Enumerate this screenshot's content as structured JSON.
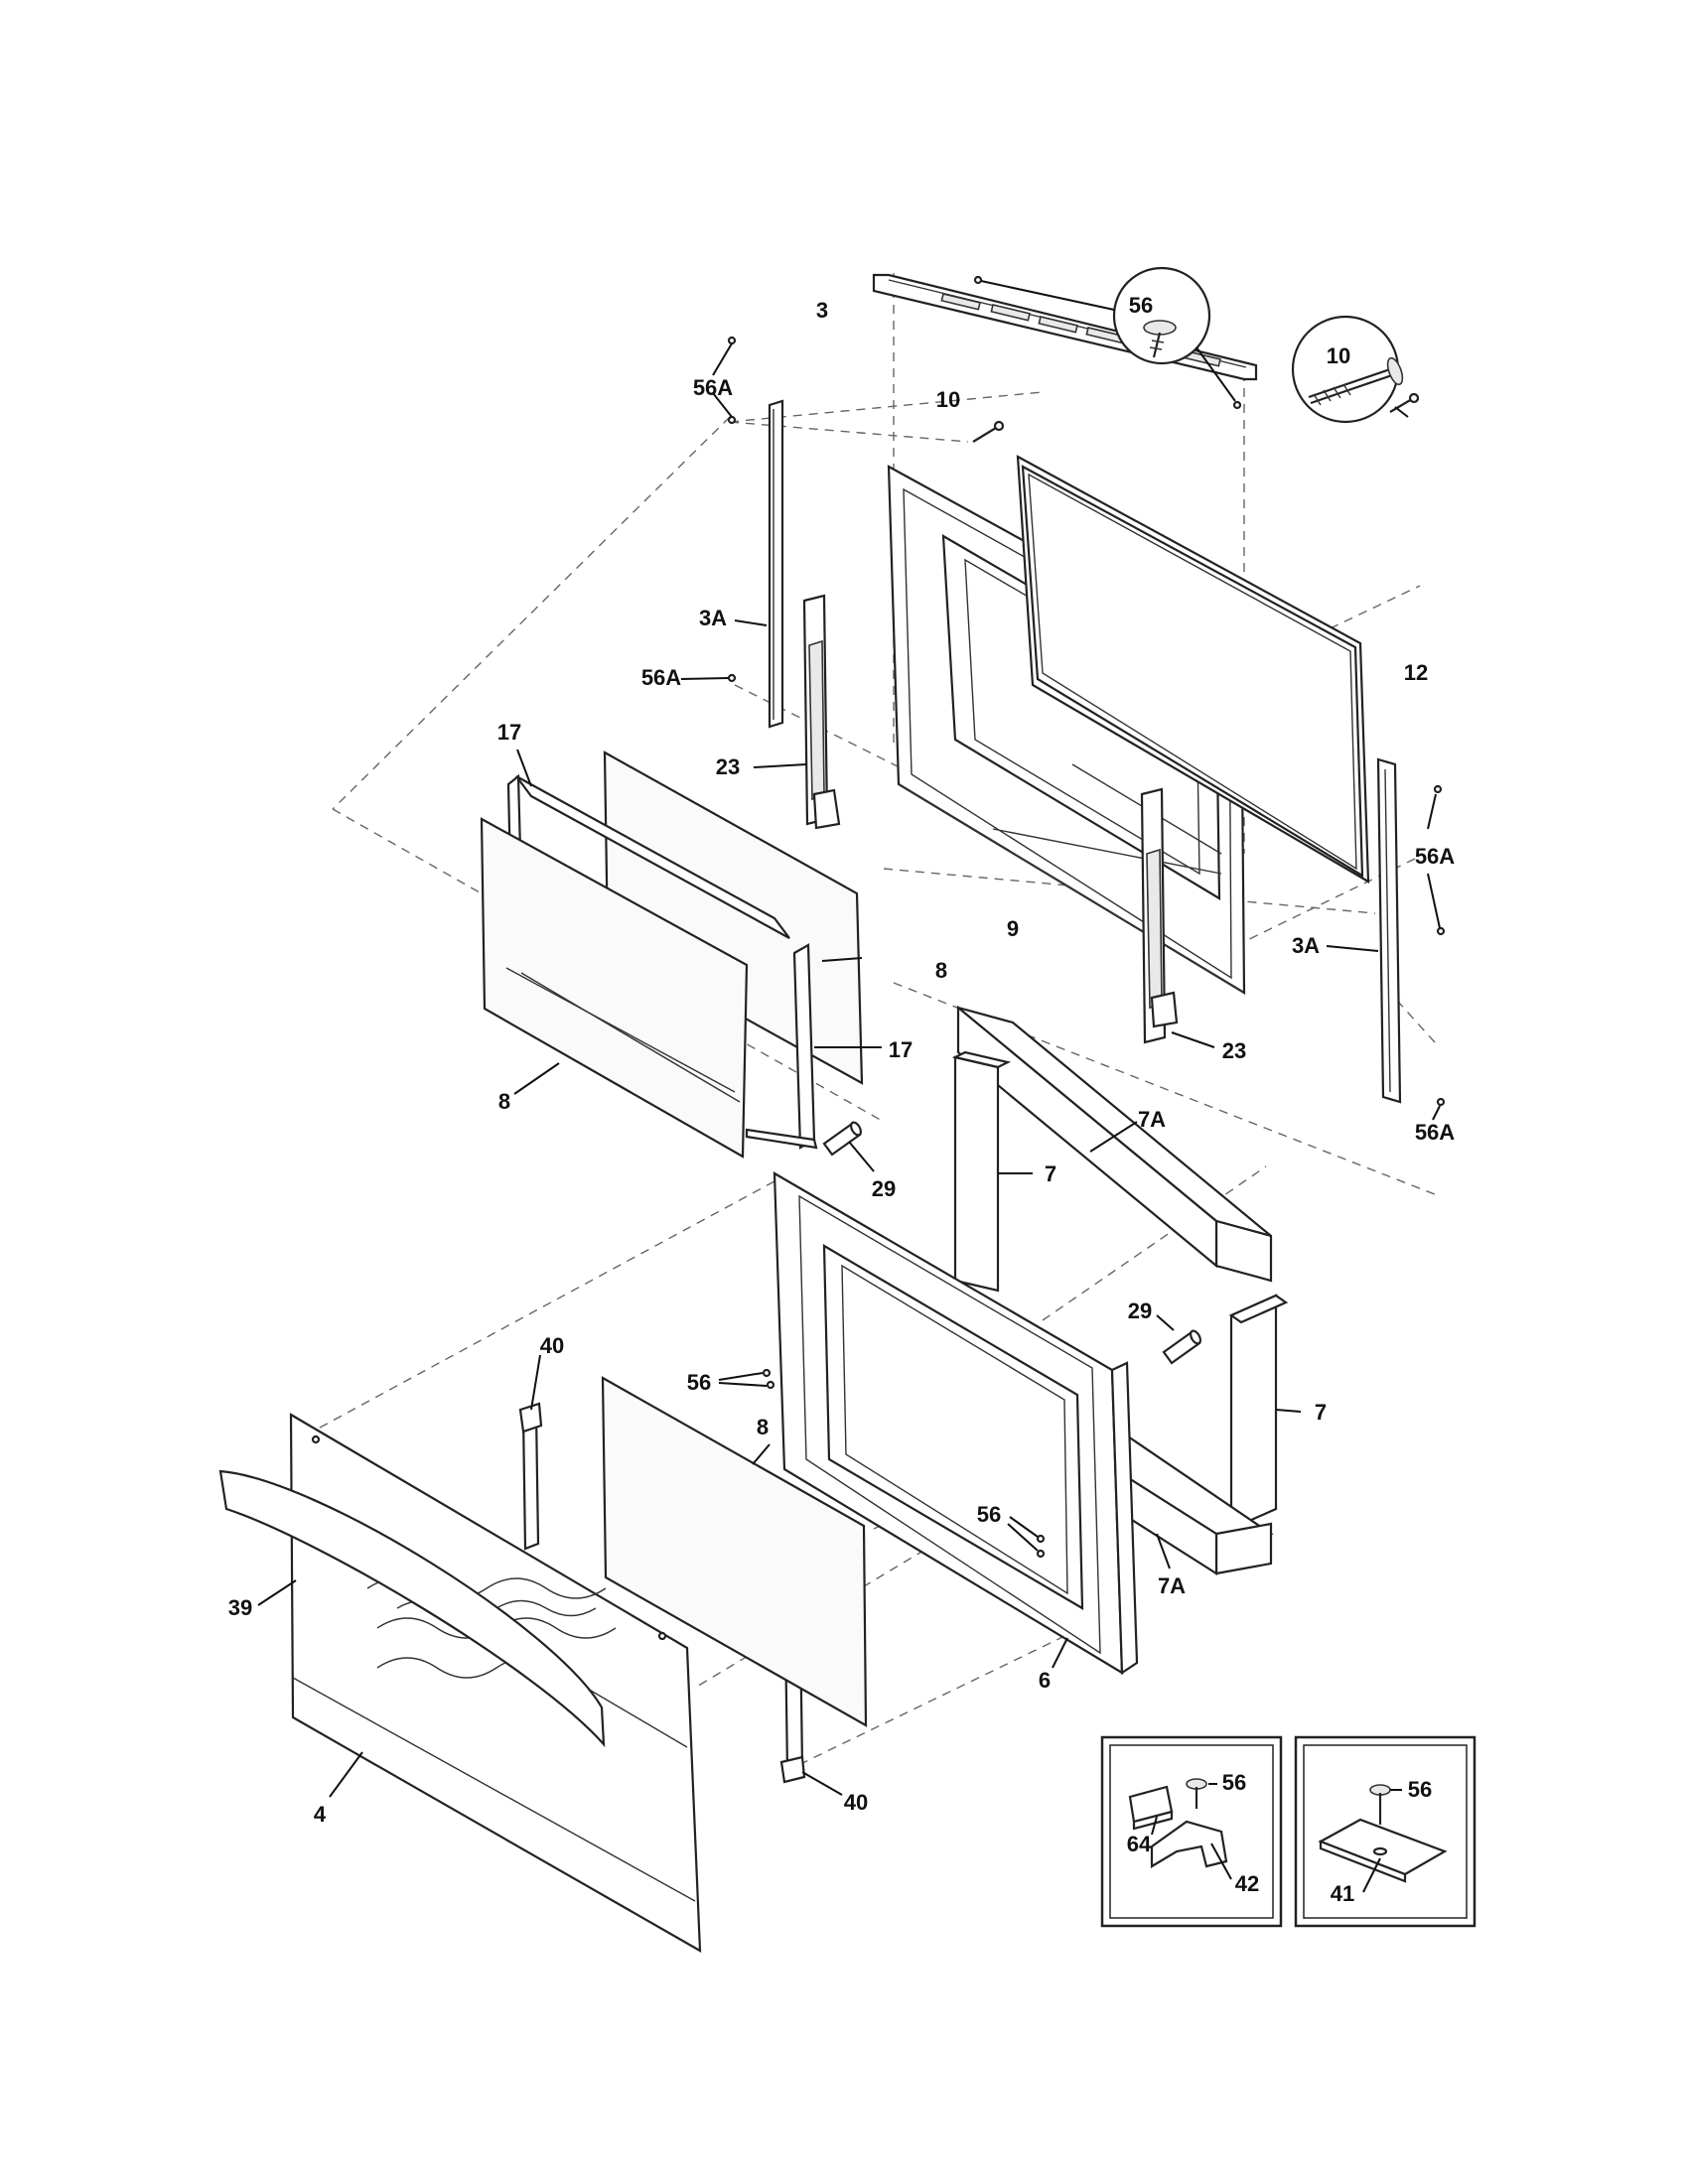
{
  "diagram": {
    "callouts": [
      "3",
      "56",
      "10",
      "56A",
      "3A",
      "17",
      "23",
      "12",
      "8",
      "9",
      "7A",
      "29",
      "7",
      "40",
      "6",
      "39",
      "4",
      "64",
      "42",
      "41"
    ],
    "labels": {
      "p3": "3",
      "p56_top": "56",
      "p10_top": "10",
      "p10_detail": "10",
      "p56A_top": "56A",
      "p3A_left": "3A",
      "p56A_left": "56A",
      "p12": "12",
      "p17_top": "17",
      "p23_left": "23",
      "p56A_right": "56A",
      "p3A_right": "3A",
      "p9": "9",
      "p8_right": "8",
      "p23_right": "23",
      "p17_mid": "17",
      "p8_left": "8",
      "p56A_bottom": "56A",
      "p7A_top": "7A",
      "p29_left": "29",
      "p7_left": "7",
      "p29_right": "29",
      "p7_right": "7",
      "p40_top": "40",
      "p8_mid": "8",
      "p56_mid": "56",
      "p56_low": "56",
      "p7A_bottom": "7A",
      "p39": "39",
      "p6": "6",
      "p40_bottom": "40",
      "p4": "4",
      "p56_inset1": "56",
      "p64": "64",
      "p42": "42",
      "p56_inset2": "56",
      "p41": "41"
    }
  }
}
